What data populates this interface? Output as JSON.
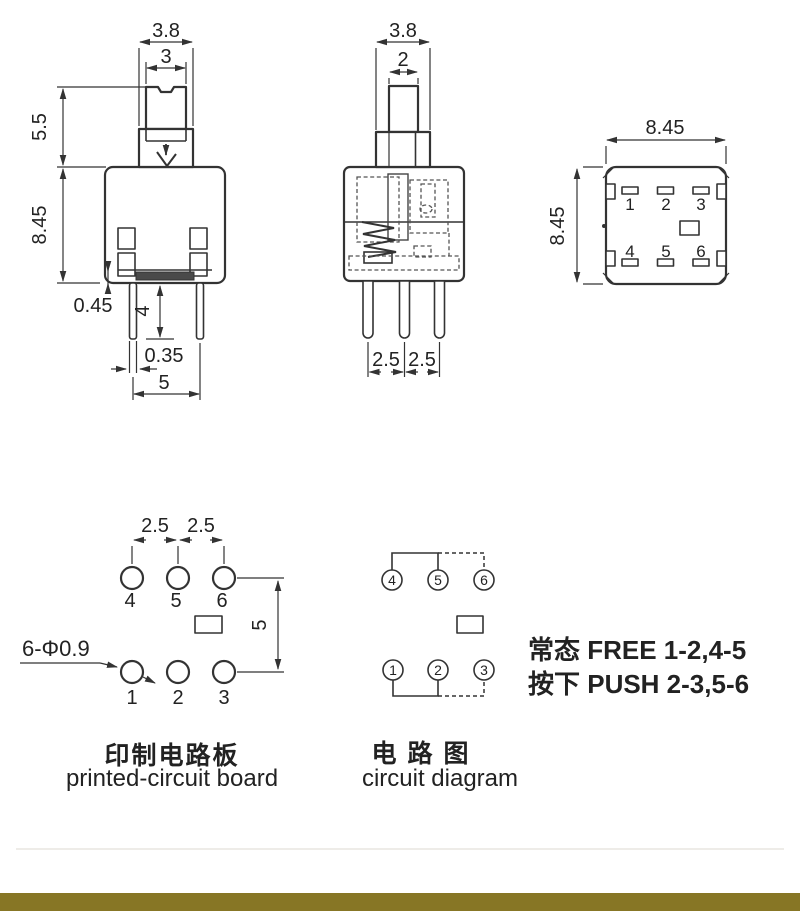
{
  "colors": {
    "line": "#333333",
    "dark_fill": "#4a4a4a",
    "bottom_bar": "#877625",
    "divider": "#eeece8"
  },
  "front_view": {
    "dim_cap_width": "3.8",
    "dim_btn_width": "3",
    "dim_btn_height": "5.5",
    "dim_body_height": "8.45",
    "dim_base": "0.45",
    "dim_pin_length": "4",
    "dim_pin_width": "0.35",
    "dim_pin_span": "5"
  },
  "side_view": {
    "dim_cap_width": "3.8",
    "dim_plunger_width": "2",
    "dim_pitch_a": "2.5",
    "dim_pitch_b": "2.5"
  },
  "bottom_view": {
    "dim_width": "8.45",
    "dim_height": "8.45",
    "pin_labels": [
      "1",
      "2",
      "3",
      "4",
      "5",
      "6"
    ]
  },
  "pcb_view": {
    "dim_pitch_a": "2.5",
    "dim_pitch_b": "2.5",
    "dim_row_span": "5",
    "hole_note": "6-Φ0.9",
    "pin_labels_top": [
      "4",
      "5",
      "6"
    ],
    "pin_labels_bottom": [
      "1",
      "2",
      "3"
    ],
    "caption_zh": "印制电路板",
    "caption_en": "printed-circuit board"
  },
  "circuit_view": {
    "pin_labels_top": [
      "4",
      "5",
      "6"
    ],
    "pin_labels_bottom": [
      "1",
      "2",
      "3"
    ],
    "caption_zh": "电 路 图",
    "caption_en": "circuit diagram"
  },
  "notes": {
    "line1": "常态 FREE 1-2,4-5",
    "line2": "按下 PUSH 2-3,5-6"
  }
}
